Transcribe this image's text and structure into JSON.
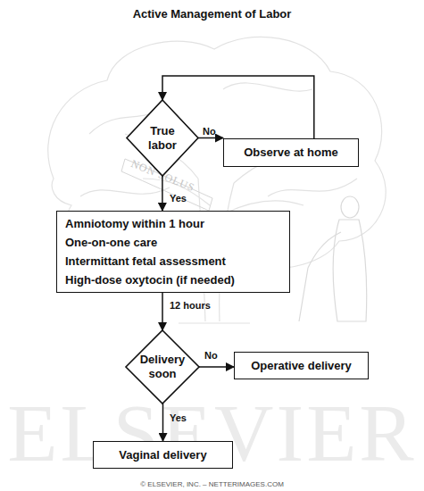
{
  "diagram": {
    "title": "Active Management of Labor",
    "nodes": [
      {
        "text": [
          "True labor"
        ]
      },
      {
        "text": [
          "Observe at home"
        ]
      },
      {
        "text": [
          "Amniotomy within 1 hour",
          "One-on-one care",
          "Intermittant fetal assessment",
          "High-dose oxytocin (if needed)"
        ]
      },
      {
        "text": [
          "Delivery soon"
        ]
      },
      {
        "text": [
          "Operative delivery"
        ]
      },
      {
        "text": [
          "Vaginal delivery"
        ]
      }
    ],
    "edges": [
      {
        "from": 0,
        "to": 2,
        "label": "Yes",
        "arrow": "to"
      },
      {
        "from": 0,
        "to": 1,
        "label": "No",
        "arrow": "to"
      },
      {
        "from": 1,
        "to": 0,
        "arrow": "to"
      },
      {
        "from": 2,
        "to": 3,
        "label": "12 hours",
        "arrow": "to"
      },
      {
        "from": 3,
        "to": 4,
        "label": "No",
        "arrow": "to"
      },
      {
        "from": 3,
        "to": 5,
        "label": "Yes",
        "arrow": "to"
      }
    ],
    "labels": [
      "NON SOLUS",
      "ELSEVIER",
      "© ELSEVIER, INC. – NETTERIMAGES.COM"
    ]
  }
}
